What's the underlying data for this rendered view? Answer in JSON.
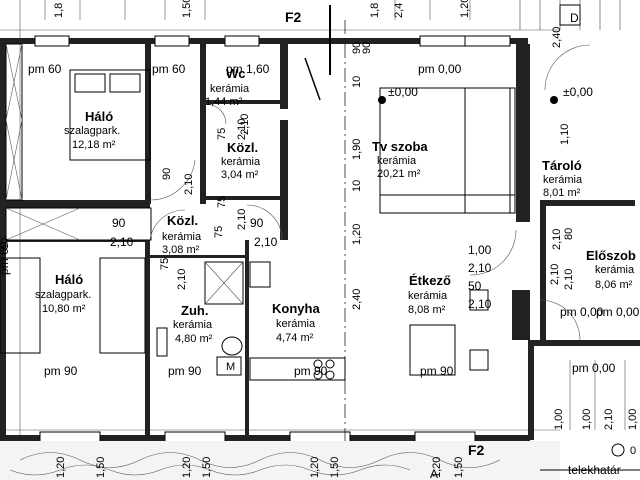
{
  "rooms": {
    "halo_top": {
      "name": "Háló",
      "material": "szalagpark.",
      "area": "12,18 m²"
    },
    "wc": {
      "name": "Wc",
      "material": "kerámia",
      "area": "1,44 m²"
    },
    "kozl_top": {
      "name": "Közl.",
      "material": "kerámia",
      "area": "3,04 m²"
    },
    "tv": {
      "name": "Tv szoba",
      "material": "kerámia",
      "area": "20,21 m²"
    },
    "tarolo": {
      "name": "Tároló",
      "material": "kerámia",
      "area": "8,01 m²"
    },
    "kozl_mid": {
      "name": "Közl.",
      "material": "kerámia",
      "area": "3,08 m²"
    },
    "eloszoba": {
      "name": "Előszob",
      "material": "kerámia",
      "area": "8,06 m²"
    },
    "halo_bottom": {
      "name": "Háló",
      "material": "szalagpark.",
      "area": "10,80 m²"
    },
    "zuh": {
      "name": "Zuh.",
      "material": "kerámia",
      "area": "4,80 m²"
    },
    "konyha": {
      "name": "Konyha",
      "material": "kerámia",
      "area": "4,74 m²"
    },
    "etkezo": {
      "name": "Étkező",
      "material": "kerámia",
      "area": "8,08 m²"
    }
  },
  "levels": {
    "pm60_a": "pm 60",
    "pm60_b": "pm 60",
    "pm160": "pm 1,60",
    "pm000_a": "pm 0,00",
    "pm000_b": "pm 0,00",
    "pm000_c": "pm 0,00",
    "pm60_c": "pm 60",
    "pm90_a": "pm 90",
    "pm90_b": "pm 90",
    "pm90_c": "pm 90",
    "pm90_d": "pm 90",
    "pm000_d": "pm 0,00"
  },
  "elevations": {
    "e1": "±0,00",
    "e2": "±0,00"
  },
  "sections": {
    "f2_top": "F2",
    "f2_bottom": "F2"
  },
  "labels": {
    "boundary": "telekhatár",
    "door_label_top": "D",
    "mark_a": "A",
    "mark_zero": "0",
    "appliance_m": "M"
  },
  "dims": {
    "top_a": "1,8",
    "top_b": "1,50",
    "top_c": "1,8",
    "top_d": "2,4",
    "top_e": "1,20",
    "top_f": "2,40",
    "v_90_top": "90",
    "v_90_tv": "90",
    "v_75_a": "75",
    "v_210_a": "2,10",
    "v_190": "1,90",
    "v_10_a": "10",
    "v_120": "1,20",
    "v_240": "2,40",
    "v_90_b": "90",
    "v_210_b": "2,10",
    "v_210_c": "2,10",
    "v_75_b": "75",
    "v_210_d": "2,10",
    "v_75_c": "75",
    "v_210_e": "2,10",
    "v_75_d": "75",
    "v_10_b": "10",
    "h_90_a": "90",
    "h_210_a": "2,10",
    "h_90_b": "90",
    "h_210_b": "2,10",
    "h_100": "1,00",
    "h_210_c": "2,10",
    "h_50": "50",
    "h_210_d": "2,10",
    "v_60": "60",
    "v_210_f": "2,10",
    "v_210_g": "2,10",
    "v_110": "1,10",
    "v_80": "80",
    "v_210_h": "2,10",
    "b_120_a": "1,20",
    "b_150_a": "1,50",
    "b_120_b": "1,20",
    "b_150_b": "1,50",
    "b_120_c": "1,20",
    "b_150_c": "1,50",
    "b_120_d": "1,20",
    "b_150_d": "1,50",
    "b_100_a": "1,00",
    "b_100_b": "1,00",
    "b_210": "2,10",
    "b_100_c": "1,00"
  }
}
